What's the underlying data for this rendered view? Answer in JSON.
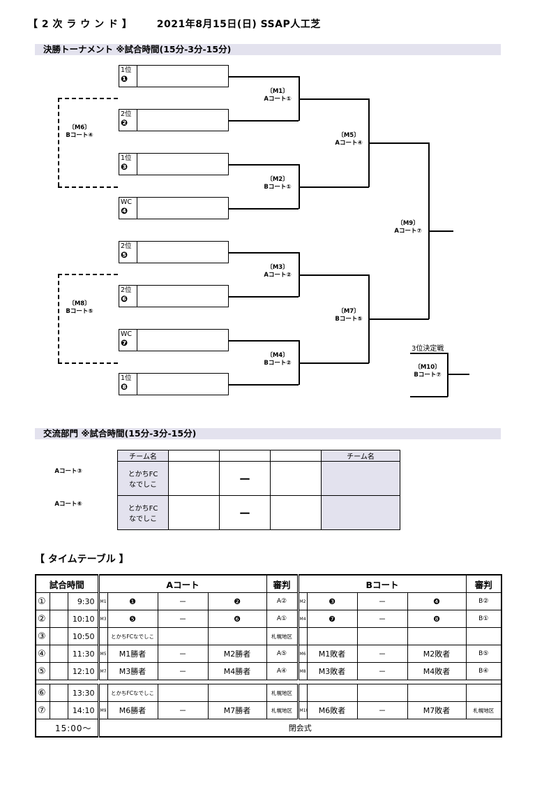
{
  "header": {
    "round": "【 2 次 ラ ウ ン ド 】",
    "date_venue": "2021年8月15日(日) SSAP人工芝"
  },
  "sections": {
    "final": "決勝トーナメント ※試合時間(15分-3分-15分)",
    "exchange": "交流部門 ※試合時間(15分-3分-15分)",
    "timetable": "【 タイムテーブル 】"
  },
  "seeds": [
    {
      "rank": "1位",
      "num": "❶"
    },
    {
      "rank": "2位",
      "num": "❷"
    },
    {
      "rank": "1位",
      "num": "❸"
    },
    {
      "rank": "WC",
      "num": "❹"
    },
    {
      "rank": "2位",
      "num": "❺"
    },
    {
      "rank": "2位",
      "num": "❻"
    },
    {
      "rank": "WC",
      "num": "❼"
    },
    {
      "rank": "1位",
      "num": "❽"
    }
  ],
  "matches": {
    "m1": {
      "id": "〔M1〕",
      "court": "Aコート①"
    },
    "m2": {
      "id": "〔M2〕",
      "court": "Bコート①"
    },
    "m3": {
      "id": "〔M3〕",
      "court": "Aコート②"
    },
    "m4": {
      "id": "〔M4〕",
      "court": "Bコート②"
    },
    "m5": {
      "id": "〔M5〕",
      "court": "Aコート④"
    },
    "m6": {
      "id": "〔M6〕",
      "court": "Bコート④"
    },
    "m7": {
      "id": "〔M7〕",
      "court": "Bコート⑤"
    },
    "m8": {
      "id": "〔M8〕",
      "court": "Bコート⑤"
    },
    "m9": {
      "id": "〔M9〕",
      "court": "Aコート⑦"
    },
    "m10": {
      "id": "〔M10〕",
      "court": "Bコート⑦"
    },
    "third_place": "3位決定戦"
  },
  "exchange": {
    "header_left": "チーム名",
    "header_right": "チーム名",
    "dash": "ー",
    "rows": [
      {
        "court": "Aコート③",
        "team_line1": "とかちFC",
        "team_line2": "なでしこ"
      },
      {
        "court": "Aコート⑥",
        "team_line1": "とかちFC",
        "team_line2": "なでしこ"
      }
    ]
  },
  "timetable": {
    "headers": {
      "time": "試合時間",
      "a_court": "Aコート",
      "ref_a": "審判",
      "b_court": "Bコート",
      "ref_b": "審判"
    },
    "rows": [
      {
        "no": "①",
        "time": "9:30",
        "am": "M1",
        "a1": "❶",
        "adash": "－",
        "a2": "❷",
        "aref": "A②",
        "bm": "M2",
        "b1": "❸",
        "bdash": "－",
        "b2": "❹",
        "bref": "B②"
      },
      {
        "no": "②",
        "time": "10:10",
        "am": "M3",
        "a1": "❺",
        "adash": "－",
        "a2": "❻",
        "aref": "A①",
        "bm": "M4",
        "b1": "❼",
        "bdash": "－",
        "b2": "❽",
        "bref": "B①"
      },
      {
        "no": "③",
        "time": "10:50",
        "am": "",
        "a1": "とかちFCなでしこ",
        "adash": "",
        "a2": "",
        "aref": "札幌地区",
        "bm": "",
        "b1": "",
        "bdash": "",
        "b2": "",
        "bref": ""
      },
      {
        "no": "④",
        "time": "11:30",
        "am": "M5",
        "a1": "M1勝者",
        "adash": "－",
        "a2": "M2勝者",
        "aref": "A⑤",
        "bm": "M6",
        "b1": "M1敗者",
        "bdash": "－",
        "b2": "M2敗者",
        "bref": "B⑤"
      },
      {
        "no": "⑤",
        "time": "12:10",
        "am": "M7",
        "a1": "M3勝者",
        "adash": "－",
        "a2": "M4勝者",
        "aref": "A④",
        "bm": "M8",
        "b1": "M3敗者",
        "bdash": "－",
        "b2": "M4敗者",
        "bref": "B④"
      },
      {
        "no": "⑥",
        "time": "13:30",
        "am": "",
        "a1": "とかちFCなでしこ",
        "adash": "",
        "a2": "",
        "aref": "札幌地区",
        "bm": "",
        "b1": "",
        "bdash": "",
        "b2": "",
        "bref": ""
      },
      {
        "no": "⑦",
        "time": "14:10",
        "am": "M9",
        "a1": "M6勝者",
        "adash": "－",
        "a2": "M7勝者",
        "aref": "札幌地区",
        "bm": "M10",
        "b1": "M6敗者",
        "bdash": "－",
        "b2": "M7敗者",
        "bref": "札幌地区"
      }
    ],
    "closing_time": "15:00～",
    "closing": "閉会式"
  }
}
